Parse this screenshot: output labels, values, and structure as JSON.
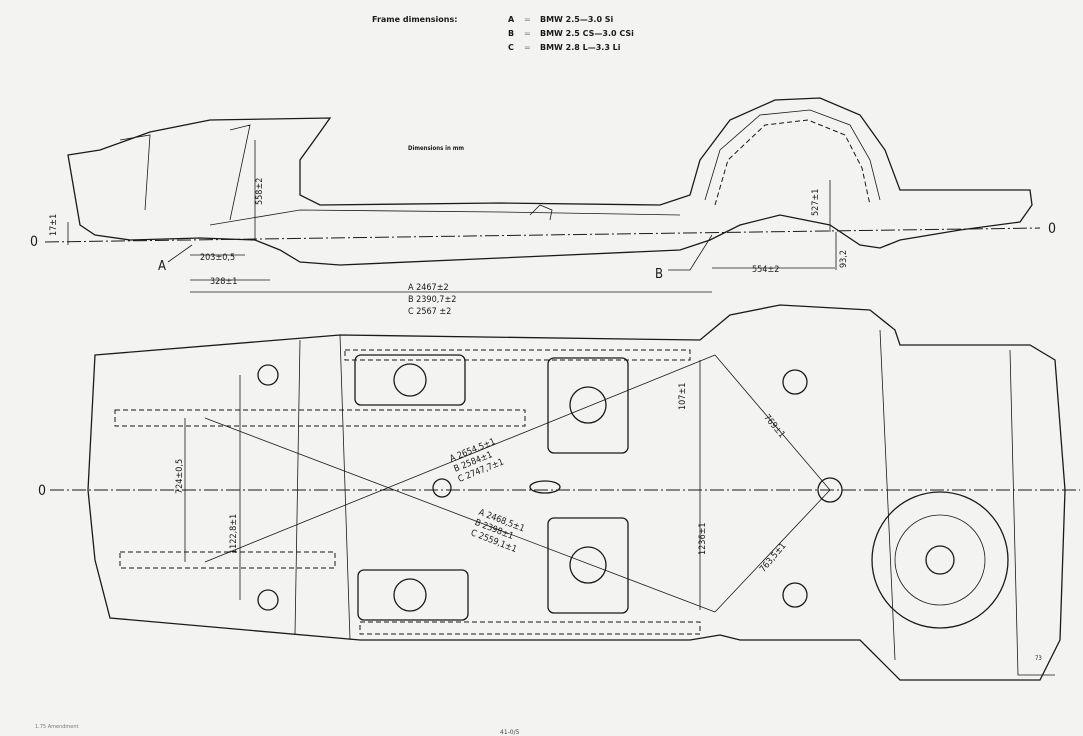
{
  "header": {
    "title": "Frame dimensions:",
    "variants": [
      {
        "key": "A",
        "sep": "=",
        "model": "BMW 2.5—3.0 Si"
      },
      {
        "key": "B",
        "sep": "=",
        "model": "BMW 2.5 CS—3.0 CSi"
      },
      {
        "key": "C",
        "sep": "=",
        "model": "BMW 2.8 L—3.3 Li"
      }
    ]
  },
  "side_view": {
    "units_note": "Dimensions in mm",
    "datum_left": "0",
    "datum_right": "0",
    "dim_17": "17±1",
    "dim_558": "558±2",
    "point_a": "A",
    "point_b": "B",
    "dim_203": "203±0,5",
    "dim_328": "328±1",
    "wheelbase": [
      "A 2467±2",
      "B 2390,7±2",
      "C 2567 ±2"
    ],
    "dim_554": "554±2",
    "dim_527": "527±1",
    "dim_93": "93,2"
  },
  "plan_view": {
    "datum_left": "0",
    "dim_724": "724±0,5",
    "dim_1122": "1122,8±1",
    "diag_upper": [
      "A 2654,5±1",
      "B 2584±1",
      "C 2747,7±1"
    ],
    "diag_lower": [
      "A 2468,5±1",
      "B 2398±1",
      "C 2559,1±1"
    ],
    "dim_107": "107±1",
    "dim_769": "769±1",
    "dim_1236": "1236±1",
    "dim_763": "763,5±1",
    "corner_mark": "73"
  },
  "footer": {
    "left": "1.75 Amendment",
    "page": "41-0/5"
  }
}
